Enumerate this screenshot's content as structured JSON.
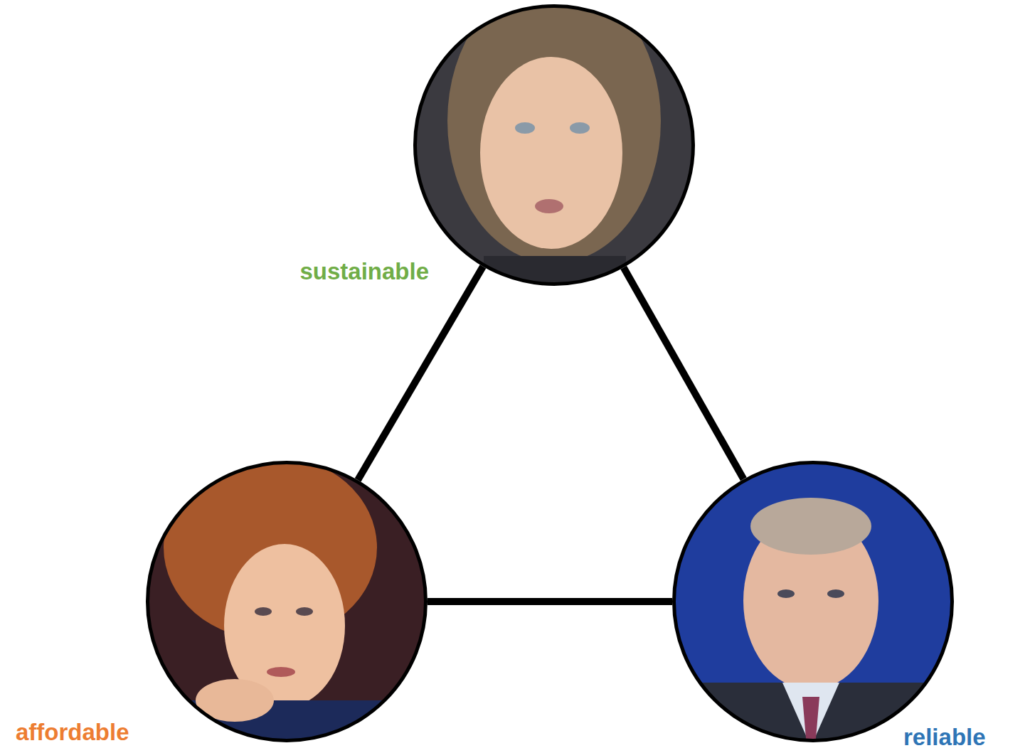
{
  "diagram": {
    "nodes": [
      {
        "text": [
          "sustainable"
        ]
      },
      {
        "text": [
          "affordable"
        ]
      },
      {
        "text": [
          "reliable"
        ]
      }
    ],
    "edges": [
      {
        "from": 0,
        "to": 1,
        "arrow": "none"
      },
      {
        "from": 0,
        "to": 2,
        "arrow": "none"
      },
      {
        "from": 1,
        "to": 2,
        "arrow": "none"
      }
    ]
  }
}
